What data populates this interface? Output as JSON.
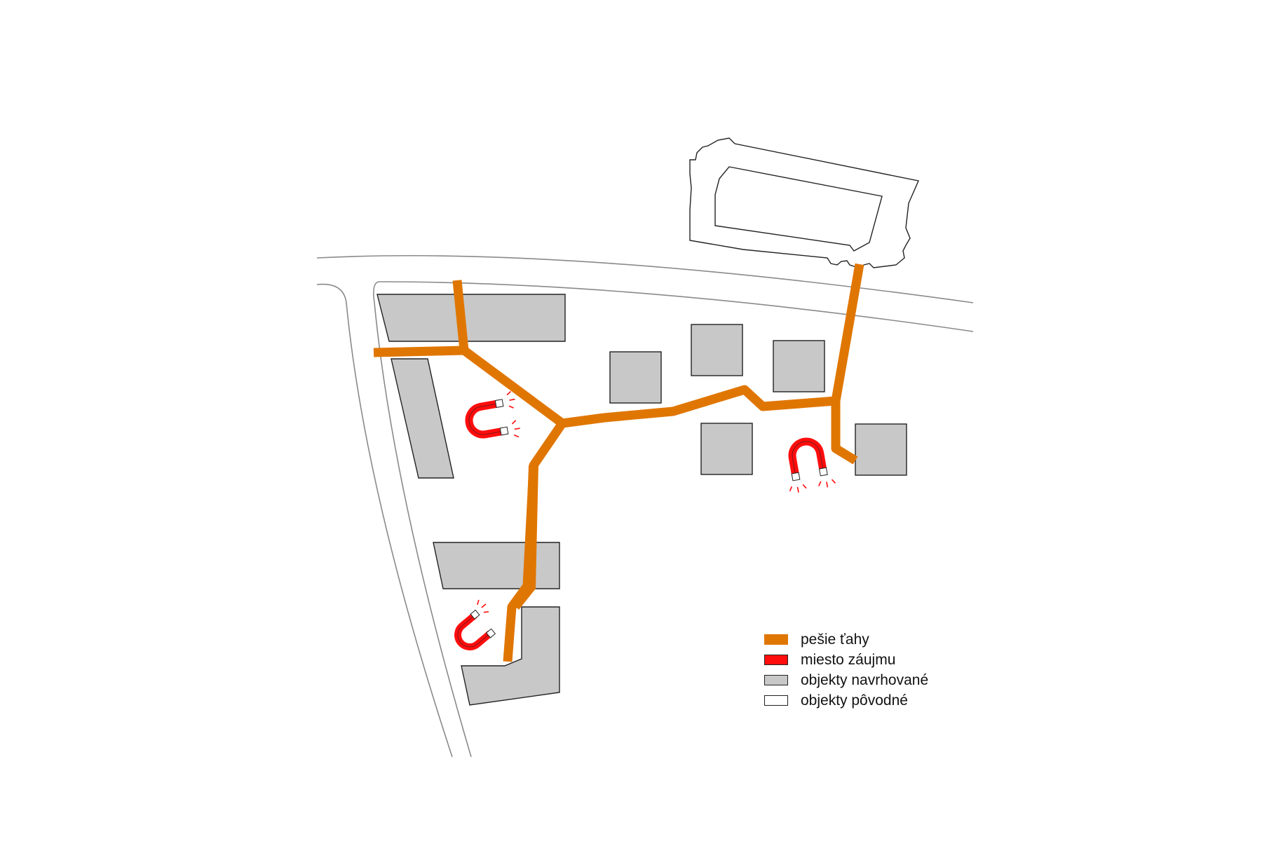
{
  "legend": {
    "walkways": "pešie ťahy",
    "points_of_interest": "miesto záujmu",
    "proposed_buildings": "objekty navrhované",
    "original_buildings": "objekty pôvodné"
  },
  "colors": {
    "walkway": "#e07602",
    "point_of_interest": "#ff0d0d",
    "proposed_building": "#c8c8c8",
    "original_building": "#ffffff",
    "outline": "#222222",
    "road_line": "#777777"
  },
  "icons": {
    "point_of_interest": "magnet-icon"
  }
}
